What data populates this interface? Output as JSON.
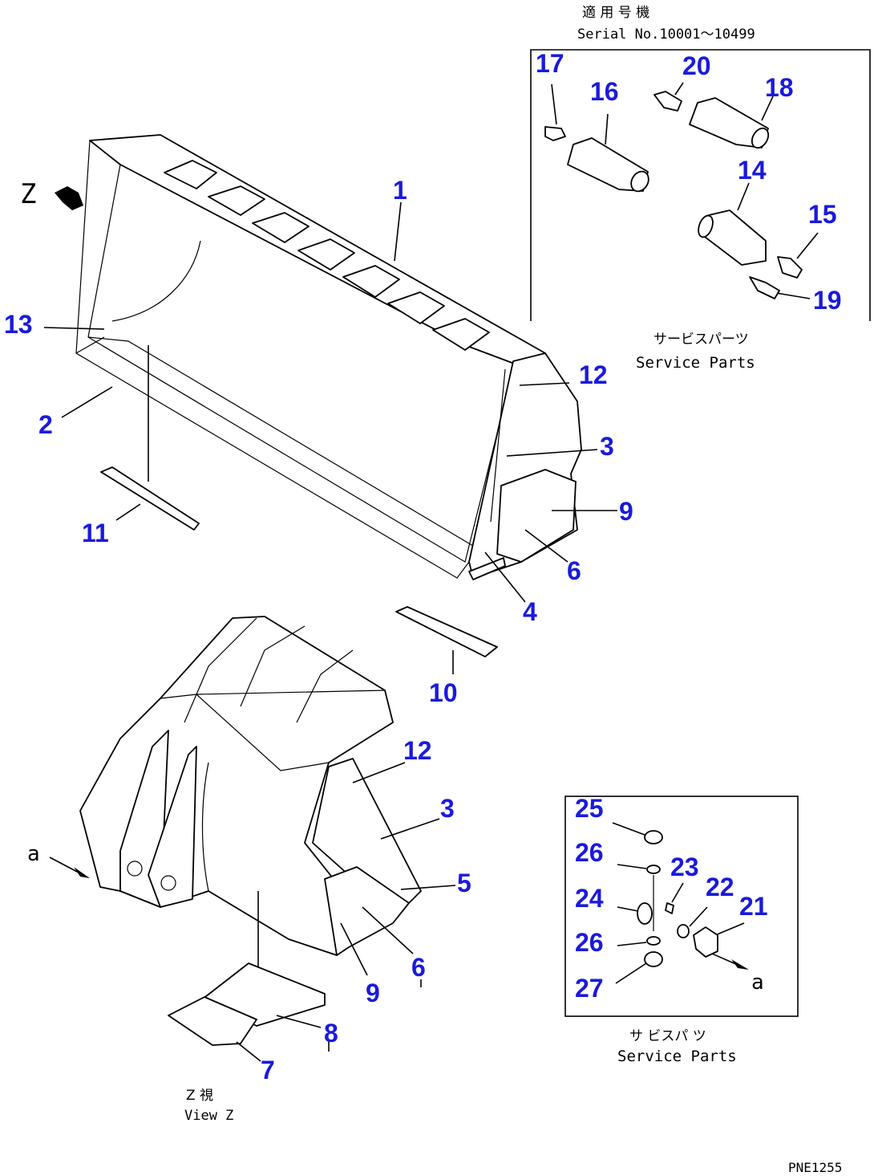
{
  "header": {
    "applicable_jp": "適 用 号 機",
    "serial": "Serial No.10001～10499"
  },
  "view_marker": "Z",
  "service_parts_top": {
    "jp": "サービスパーツ",
    "en": "Service Parts"
  },
  "service_parts_bottom": {
    "jp": "サ ビスパ ツ",
    "en": "Service Parts"
  },
  "view_caption": {
    "jp": "Z 視",
    "en": "View Z"
  },
  "arrow_label_left": "a",
  "arrow_label_right": "a",
  "drawing_code": "PNE1255",
  "callouts": {
    "c1": "1",
    "c2": "2",
    "c3a": "3",
    "c4": "4",
    "c6a": "6",
    "c9a": "9",
    "c10": "10",
    "c11": "11",
    "c12a": "12",
    "c13": "13",
    "c12b": "12",
    "c3b": "3",
    "c5": "5",
    "c6b": "6",
    "c9b": "9",
    "c7": "7",
    "c8": "8",
    "c14": "14",
    "c15": "15",
    "c16": "16",
    "c17": "17",
    "c18": "18",
    "c19": "19",
    "c20": "20",
    "c21": "21",
    "c22": "22",
    "c23": "23",
    "c24": "24",
    "c25": "25",
    "c26a": "26",
    "c26b": "26",
    "c27": "27"
  }
}
